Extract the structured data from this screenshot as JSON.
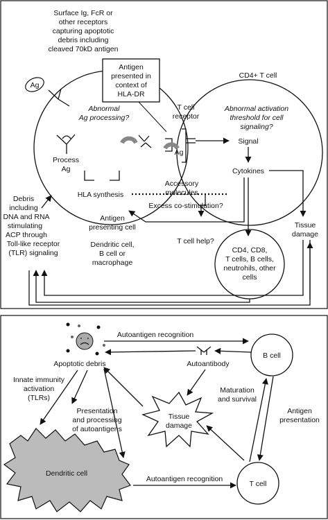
{
  "panel_top": {
    "surface_receptors": [
      "Surface Ig, FcR or",
      "other receptors",
      "capturing apoptotic",
      "debris including",
      "cleaved 70kD antigen"
    ],
    "antigen_box": [
      "Antigen",
      "presented in",
      "context of",
      "HLA-DR"
    ],
    "ag_label": "Ag",
    "abnormal_processing": [
      "Abnormal",
      "Ag processing?"
    ],
    "process_ag": [
      "Process",
      "Ag"
    ],
    "hla_synthesis": "HLA synthesis",
    "tcell_receptor": [
      "T cell",
      "receptor"
    ],
    "cd4_tcell": "CD4+ T cell",
    "abnormal_activation": [
      "Abnormal activation",
      "threshold for cell",
      "signaling?"
    ],
    "signal": "Signal",
    "cytokines": "Cytokines",
    "accessory": [
      "Accessory",
      "molecules"
    ],
    "excess_costim": "Excess co-stimulation?",
    "apc": [
      "Antigen",
      "presenting cell"
    ],
    "apc_types": [
      "Dendritic cell,",
      "B cell or",
      "macrophage"
    ],
    "debris_tlr": [
      "Debris",
      "including",
      "DNA and RNA",
      "stimulating",
      "ACP through",
      "Toll-like receptor",
      "(TLR) signaling"
    ],
    "tcell_help": "T cell help?",
    "tissue_damage": [
      "Tissue",
      "damage"
    ],
    "target_cells": [
      "CD4, CD8,",
      "T cells, B cells,",
      "neutrohils, other",
      "cells"
    ]
  },
  "panel_bottom": {
    "autoantigen_recognition_top": "Autoantigen recognition",
    "apoptotic_debris": "Apoptotic debris",
    "autoantibody": "Autoantibody",
    "b_cell": "B cell",
    "innate": [
      "Innate immunity",
      "activation",
      "(TLRs)"
    ],
    "maturation": [
      "Maturation",
      "and survival"
    ],
    "antigen_presentation": [
      "Antigen",
      "presentation"
    ],
    "presentation_processing": [
      "Presentation",
      "and processing",
      "of autoantigens"
    ],
    "tissue_damage": [
      "Tissue",
      "damage"
    ],
    "dendritic_cell": "Dendritic cell",
    "autoantigen_recognition_bottom": "Autoantigen recognition",
    "t_cell": "T cell"
  }
}
